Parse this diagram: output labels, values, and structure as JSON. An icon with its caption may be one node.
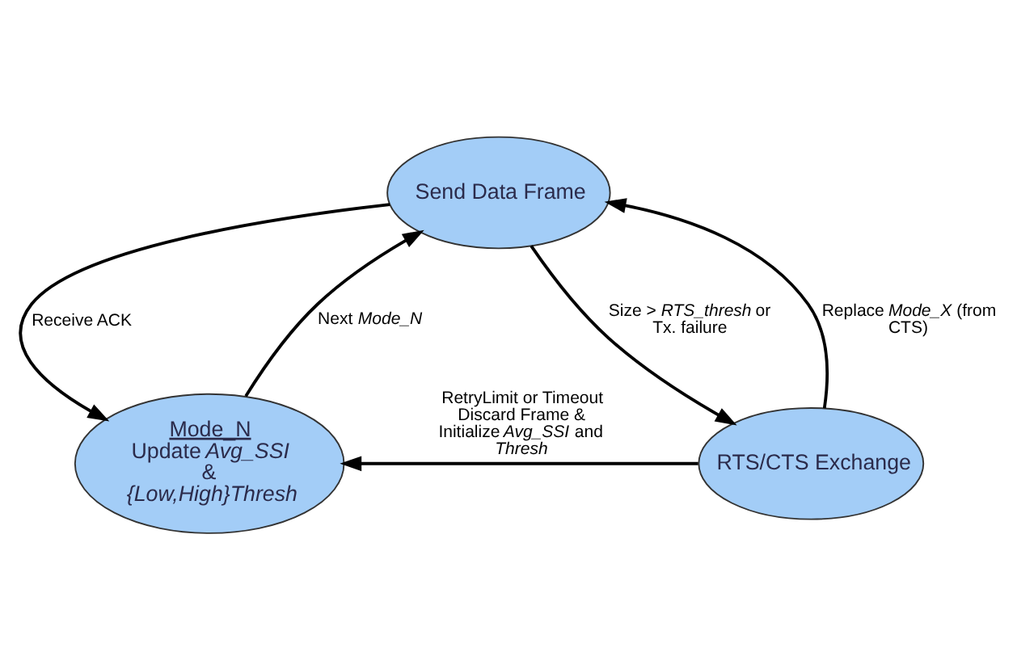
{
  "diagram": {
    "nodes": [
      {
        "text": [
          "Send Data Frame"
        ]
      },
      {
        "text": [
          "Mode_N",
          "Update *Avg_SSI* & *{Low,High}Thresh*"
        ]
      },
      {
        "text": [
          "RTS/CTS Exchange"
        ]
      }
    ],
    "edges": [
      {
        "from": 0,
        "to": 1,
        "arrow": "to",
        "label": "Receive ACK"
      },
      {
        "from": 1,
        "to": 0,
        "arrow": "to",
        "label": "Next *Mode_N*"
      },
      {
        "from": 0,
        "to": 2,
        "arrow": "to",
        "label": "Size > *RTS_thresh* or Tx. failure"
      },
      {
        "from": 2,
        "to": 0,
        "arrow": "to",
        "label": "Replace *Mode_X* (from CTS)"
      },
      {
        "from": 2,
        "to": 1,
        "arrow": "to",
        "label": "RetryLimit or Timeout Discard Frame & Initialize *Avg_SSI* and *Thresh*"
      }
    ]
  }
}
